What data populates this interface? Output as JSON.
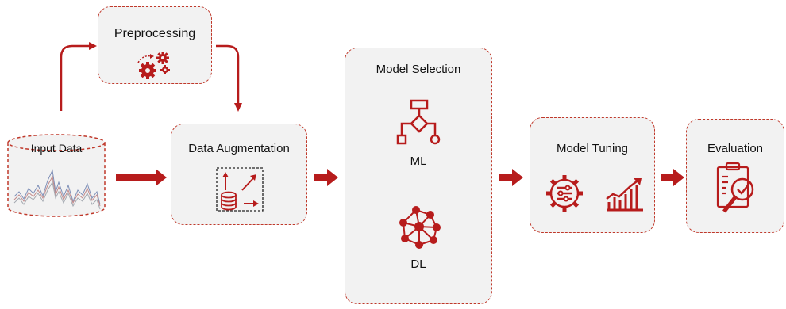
{
  "diagram": {
    "nodes": {
      "input": {
        "label": "Input Data"
      },
      "preprocessing": {
        "label": "Preprocessing"
      },
      "augmentation": {
        "label": "Data Augmentation"
      },
      "model_selection": {
        "label": "Model Selection",
        "ml_label": "ML",
        "dl_label": "DL"
      },
      "model_tuning": {
        "label": "Model Tuning"
      },
      "evaluation": {
        "label": "Evaluation"
      }
    },
    "colors": {
      "accent": "#b71c1c",
      "box_fill": "#f2f2f2",
      "border": "#c0392b"
    },
    "icons": [
      "gears-icon",
      "augmentation-icon",
      "flowchart-icon",
      "neural-network-icon",
      "tuning-gear-icon",
      "growth-chart-icon",
      "evaluation-clipboard-icon"
    ]
  }
}
